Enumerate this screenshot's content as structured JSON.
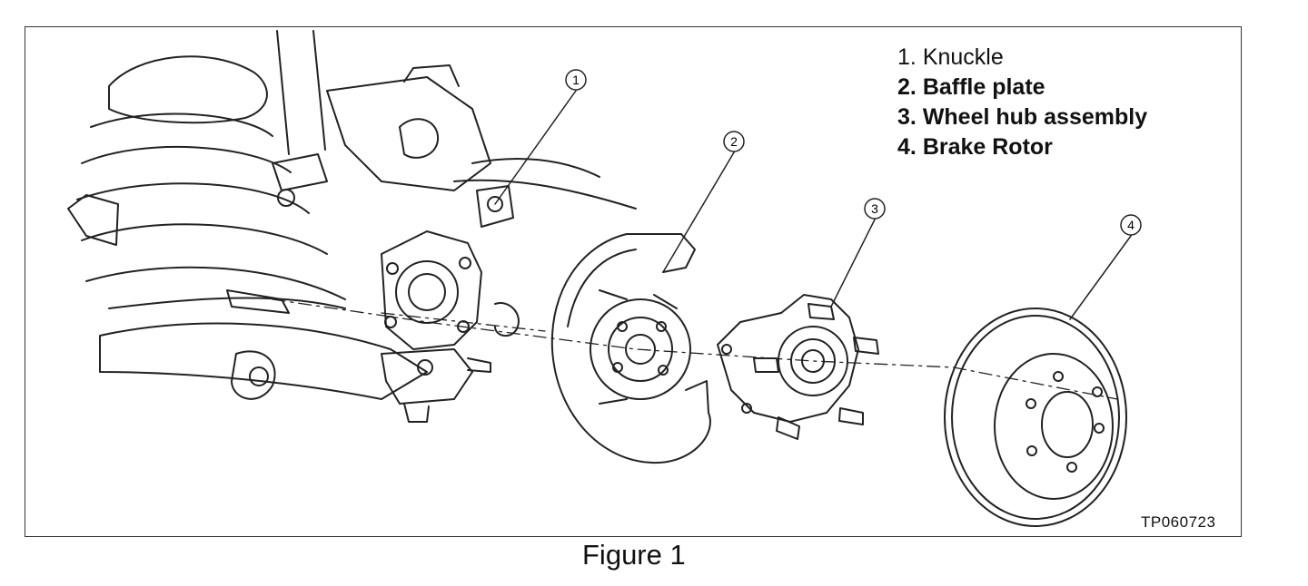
{
  "legend": [
    {
      "num": "1.",
      "label": "Knuckle"
    },
    {
      "num": "2.",
      "label": "Baffle plate"
    },
    {
      "num": "3.",
      "label": "Wheel hub assembly"
    },
    {
      "num": "4.",
      "label": "Brake Rotor"
    }
  ],
  "callouts": [
    "1",
    "2",
    "3",
    "4"
  ],
  "drawing_code": "TP060723",
  "caption": "Figure 1"
}
